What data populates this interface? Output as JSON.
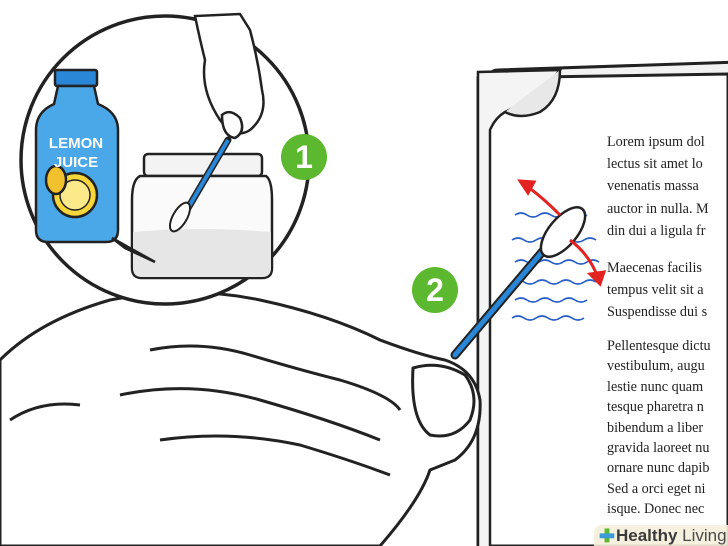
{
  "bottle": {
    "label_line1": "LEMON",
    "label_line2": "JUICE"
  },
  "steps": [
    {
      "number": "1"
    },
    {
      "number": "2"
    }
  ],
  "document": {
    "paragraphs": [
      [
        "Lorem ipsum dol",
        "lectus sit amet lo",
        "venenatis massa",
        "auctor in nulla. M",
        "din dui a ligula fr"
      ],
      [
        "Maecenas facilis",
        "tempus velit sit a",
        "Suspendisse dui s"
      ],
      [
        "Pellentesque dictu",
        "vestibulum, augu",
        "lestie nunc quam",
        "tesque pharetra n",
        "bibendum a liber",
        "gravida laoreet nu",
        "ornare nunc dapib",
        "Sed a orci eget ni",
        "isque. Donec nec"
      ]
    ]
  },
  "watermark": {
    "bold": "Healthy",
    "regular": "Living"
  },
  "colors": {
    "badge": "#5cb82e",
    "swab": "#2a86d6",
    "ink": "#2a5fc8",
    "arrow": "#e32222",
    "bottle": "#4aa8e8"
  }
}
